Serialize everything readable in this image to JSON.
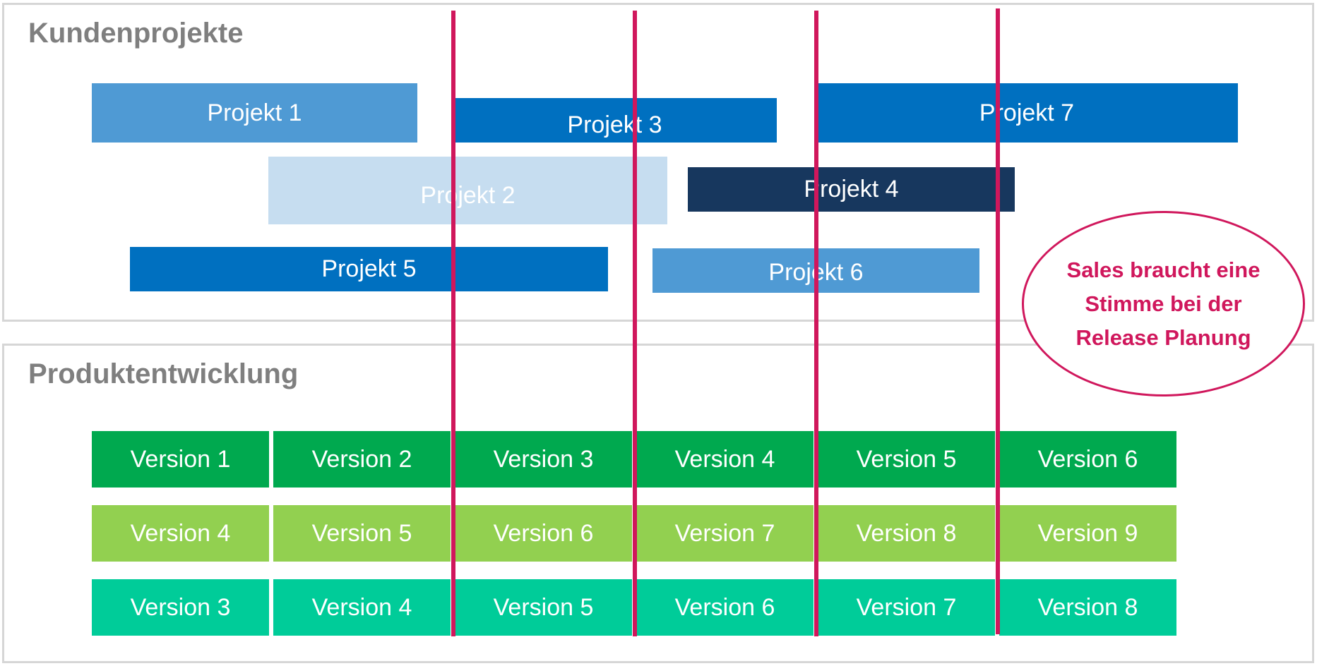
{
  "sections": {
    "customer_projects": {
      "title": "Kundenprojekte",
      "projects": [
        {
          "label": "Projekt 1",
          "color": "#4f9ad4"
        },
        {
          "label": "Projekt 3",
          "color": "#0070c0"
        },
        {
          "label": "Projekt 7",
          "color": "#0070c0"
        },
        {
          "label": "Projekt 2",
          "color": "#c6ddf0"
        },
        {
          "label": "Projekt 4",
          "color": "#17375e"
        },
        {
          "label": "Projekt 5",
          "color": "#0070c0"
        },
        {
          "label": "Projekt 6",
          "color": "#4f9ad4"
        }
      ]
    },
    "product_development": {
      "title": "Produktentwicklung",
      "rows": [
        {
          "color": "#00a94f",
          "versions": [
            "Version 1",
            "Version 2",
            "Version 3",
            "Version 4",
            "Version 5",
            "Version 6"
          ]
        },
        {
          "color": "#92d050",
          "versions": [
            "Version 4",
            "Version 5",
            "Version 6",
            "Version 7",
            "Version 8",
            "Version 9"
          ]
        },
        {
          "color": "#00cc99",
          "versions": [
            "Version 3",
            "Version 4",
            "Version 5",
            "Version 6",
            "Version 7",
            "Version 8"
          ]
        }
      ]
    }
  },
  "callout": {
    "text": "Sales braucht eine Stimme bei der Release Planung",
    "color": "#d0175c"
  }
}
